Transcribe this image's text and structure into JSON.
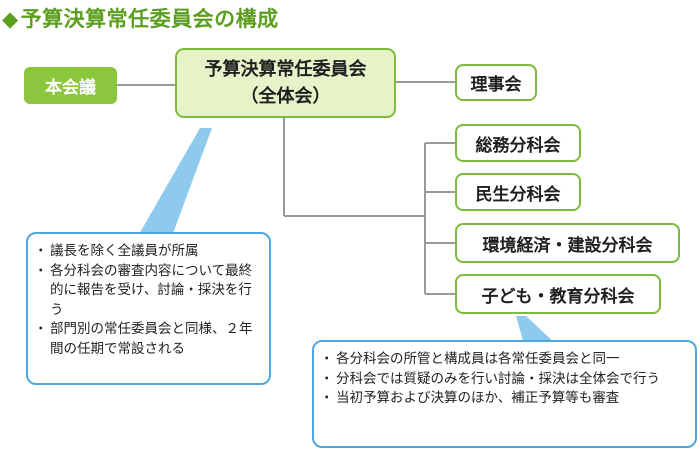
{
  "title": "予算決算常任委員会の構成",
  "colors": {
    "title_green": "#5c9e1f",
    "node_border": "#7cbb3d",
    "main_fill": "#e6f2c7",
    "honkaigi_fill": "#8cc63f",
    "note_border": "#4ea8de",
    "callout_fill": "#8ec9ee",
    "connector_gray": "#9a9a9a"
  },
  "nodes": {
    "honkaigi": "本会議",
    "main_line1": "予算決算常任委員会",
    "main_line2": "（全体会）",
    "rijikai": "理事会",
    "subcommittees": [
      "総務分科会",
      "民生分科会",
      "環境経済・建設分科会",
      "子ども・教育分科会"
    ]
  },
  "notes": {
    "plenary": [
      "議長を除く全議員が所属",
      "各分科会の審査内容について最終的に報告を受け、討論・採決を行う",
      "部門別の常任委員会と同様、２年間の任期で常設される"
    ],
    "subcommittee": [
      "各分科会の所管と構成員は各常任委員会と同一",
      "分科会では質疑のみを行い討論・採決は全体会で行う",
      "当初予算および決算のほか、補正予算等も審査"
    ]
  }
}
